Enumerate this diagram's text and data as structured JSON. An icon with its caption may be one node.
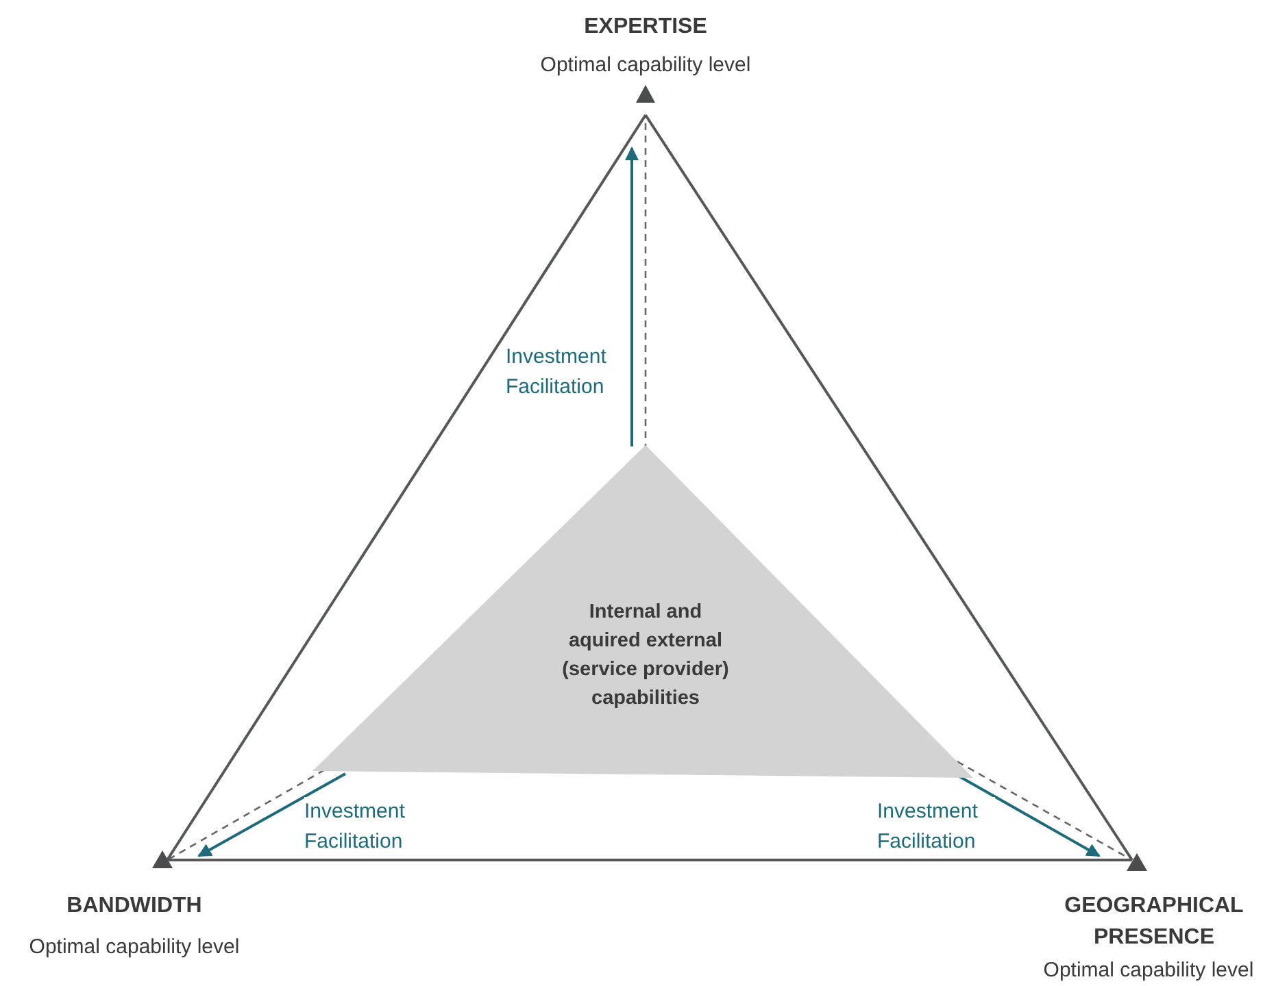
{
  "diagram": {
    "nodes": [
      {
        "text": [],
        "shape": "triangle",
        "beside": [
          "EXPERTISE",
          "Optimal capability level"
        ]
      },
      {
        "text": [],
        "shape": "triangle",
        "beside": [
          "BANDWIDTH",
          "Optimal capability level"
        ]
      },
      {
        "text": [],
        "shape": "triangle",
        "beside": [
          "GEOGRAPHICAL PRESENCE",
          "Optimal capability level"
        ]
      },
      {
        "text": [
          "Internal and aquired external (service provider) capabilities"
        ]
      }
    ],
    "edges": [
      {
        "from": 0,
        "to": 1,
        "arrow": "none",
        "color": "#555759"
      },
      {
        "from": 1,
        "to": 2,
        "arrow": "none",
        "color": "#555759"
      },
      {
        "from": 2,
        "to": 0,
        "arrow": "none",
        "color": "#555759"
      },
      {
        "from": 3,
        "to": 0,
        "arrow": "to",
        "label": "Investment Facilitation",
        "color": "#1d6b7a"
      },
      {
        "from": 3,
        "to": 1,
        "arrow": "to",
        "label": "Investment Facilitation",
        "color": "#1d6b7a"
      },
      {
        "from": 3,
        "to": 2,
        "arrow": "to",
        "label": "Investment Facilitation",
        "color": "#1d6b7a"
      }
    ]
  }
}
